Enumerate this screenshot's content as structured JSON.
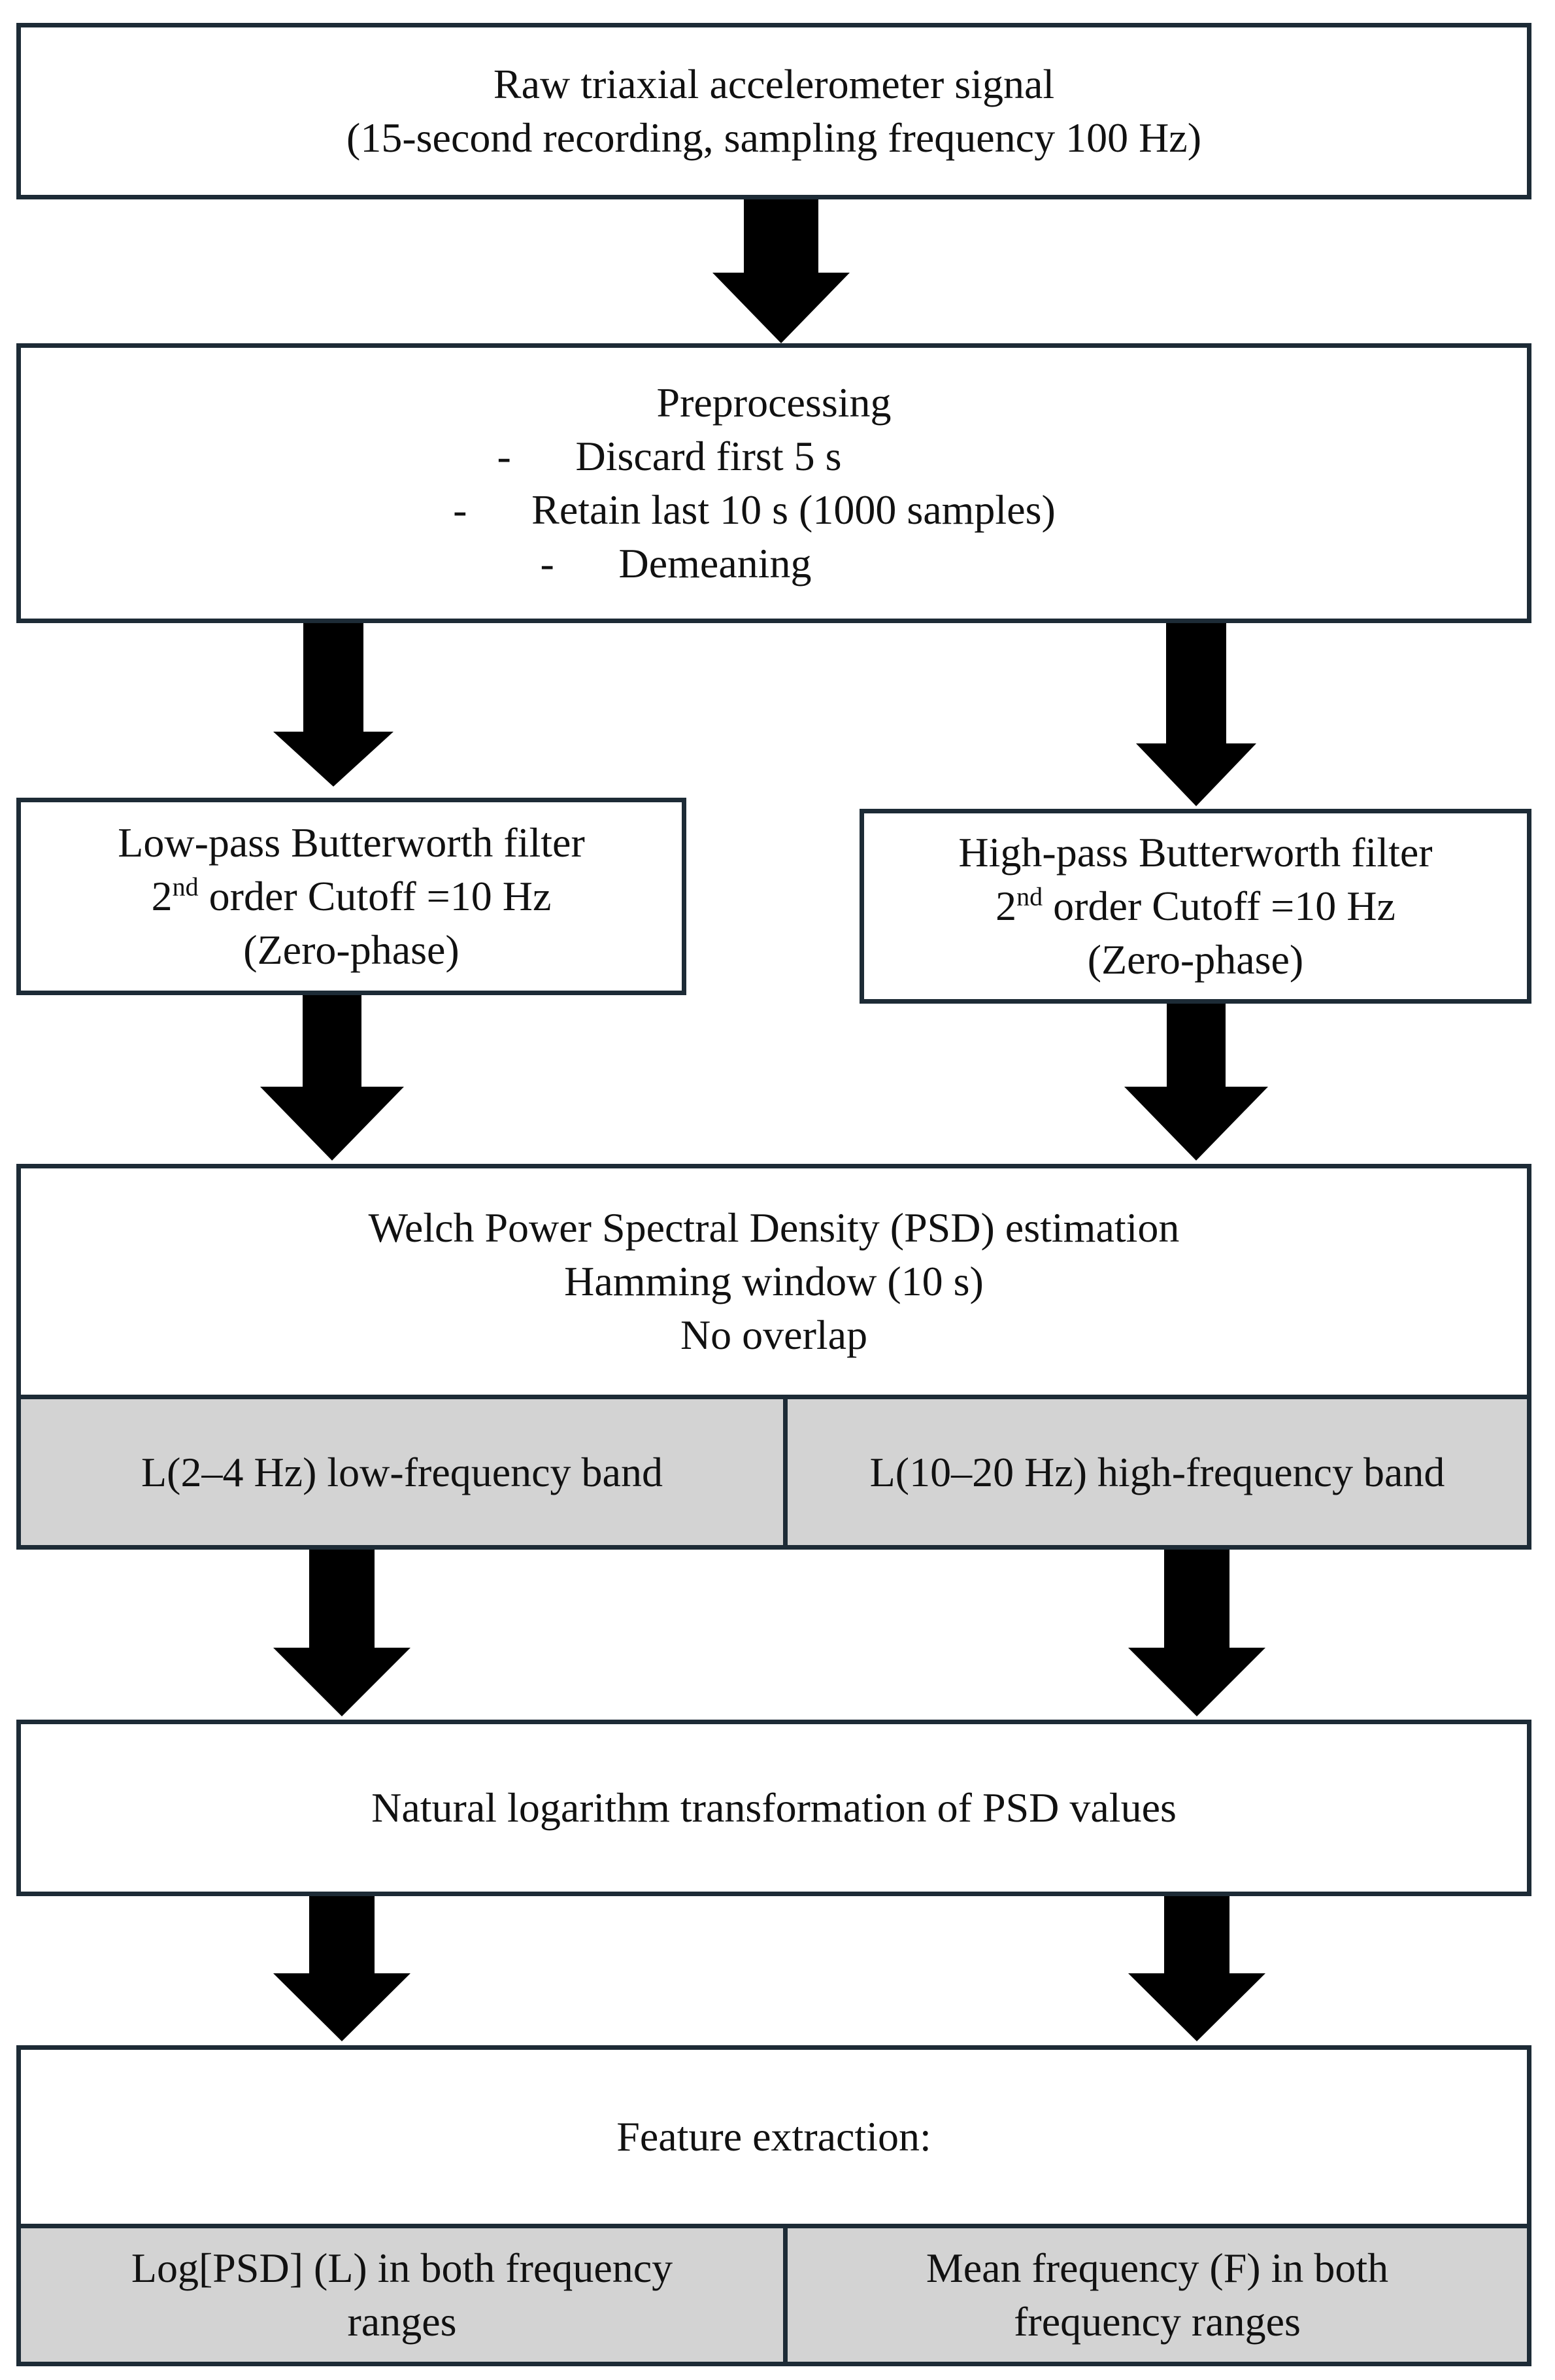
{
  "raw_signal": {
    "line1": "Raw triaxial accelerometer signal",
    "line2": "(15-second recording, sampling frequency 100 Hz)"
  },
  "preprocessing": {
    "title": "Preprocessing",
    "bullet": "-",
    "items": [
      "Discard first 5 s",
      "Retain last 10 s (1000 samples)",
      "Demeaning"
    ]
  },
  "low_pass": {
    "line1": "Low-pass Butterworth filter",
    "order_num": "2",
    "order_sup": "nd",
    "order_rest": " order Cutoff =10 Hz",
    "line3": "(Zero-phase)"
  },
  "high_pass": {
    "line1": "High-pass Butterworth filter",
    "order_num": "2",
    "order_sup": "nd",
    "order_rest": " order Cutoff =10 Hz",
    "line3": "(Zero-phase)"
  },
  "welch": {
    "line1": "Welch Power Spectral Density (PSD) estimation",
    "line2": "Hamming window (10 s)",
    "line3": "No overlap"
  },
  "bands": {
    "low": "L(2–4 Hz) low-frequency band",
    "high": "L(10–20 Hz) high-frequency band"
  },
  "log_transform": {
    "text": "Natural logarithm transformation of PSD values"
  },
  "features": {
    "title": "Feature extraction:",
    "left_line1": "Log[PSD] (L) in both frequency",
    "left_line2": "ranges",
    "right_line1": "Mean frequency (F) in both",
    "right_line2": "frequency ranges"
  },
  "colors": {
    "border": "#1d2b36",
    "arrow": "#000000",
    "band_fill": "#d3d3d3"
  },
  "icons": [
    "down-arrow-icon"
  ]
}
